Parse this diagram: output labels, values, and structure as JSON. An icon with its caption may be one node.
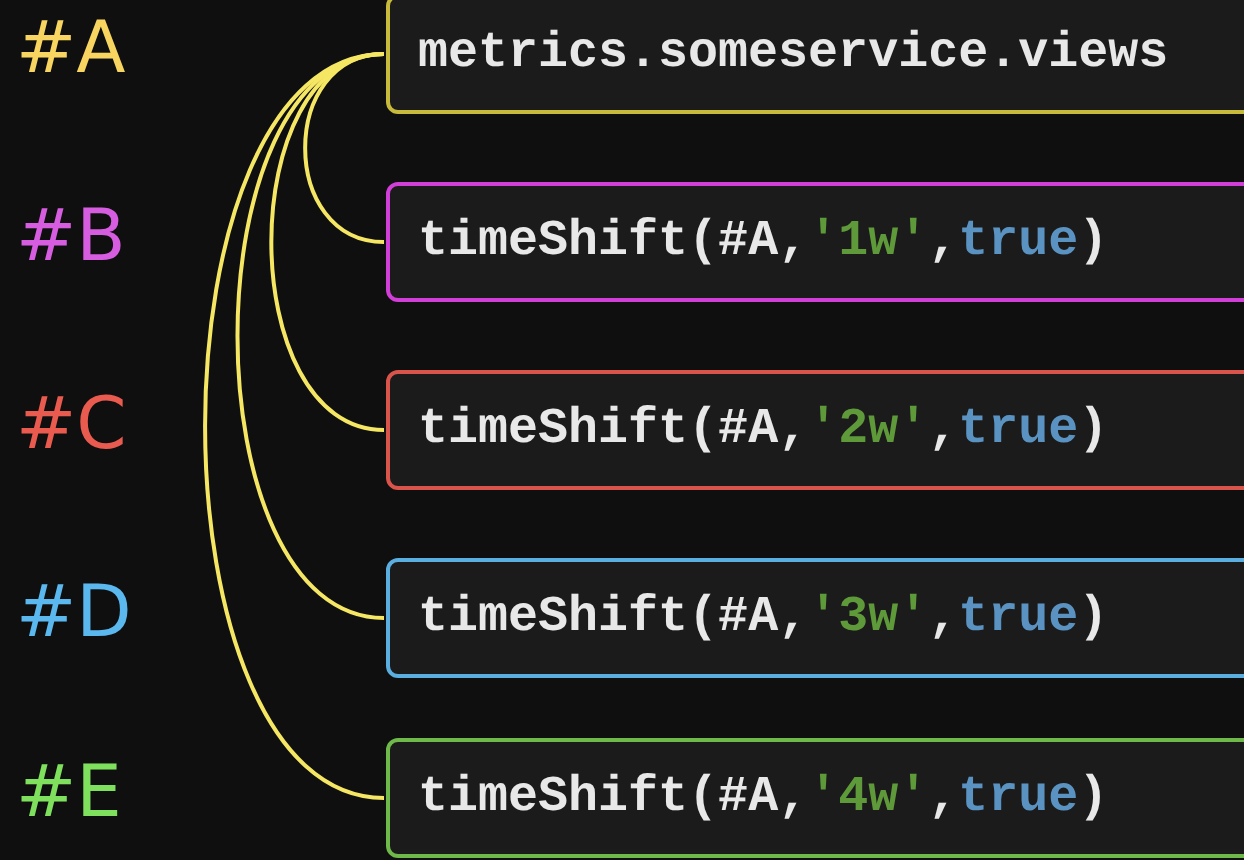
{
  "diagram": {
    "nodes": [
      {
        "text": [
          "metrics.someservice.views"
        ],
        "beside": [
          "#A"
        ]
      },
      {
        "text": [
          "timeShift(#A,'1w',true)"
        ],
        "beside": [
          "#B"
        ]
      },
      {
        "text": [
          "timeShift(#A,'2w',true)"
        ],
        "beside": [
          "#C"
        ]
      },
      {
        "text": [
          "timeShift(#A,'3w',true)"
        ],
        "beside": [
          "#D"
        ]
      },
      {
        "text": [
          "timeShift(#A,'4w',true)"
        ],
        "beside": [
          "#E"
        ]
      }
    ],
    "edges": [
      {
        "from": 0,
        "to": 1,
        "arrow": "none"
      },
      {
        "from": 0,
        "to": 2,
        "arrow": "none"
      },
      {
        "from": 0,
        "to": 3,
        "arrow": "none"
      },
      {
        "from": 0,
        "to": 4,
        "arrow": "none"
      }
    ]
  }
}
